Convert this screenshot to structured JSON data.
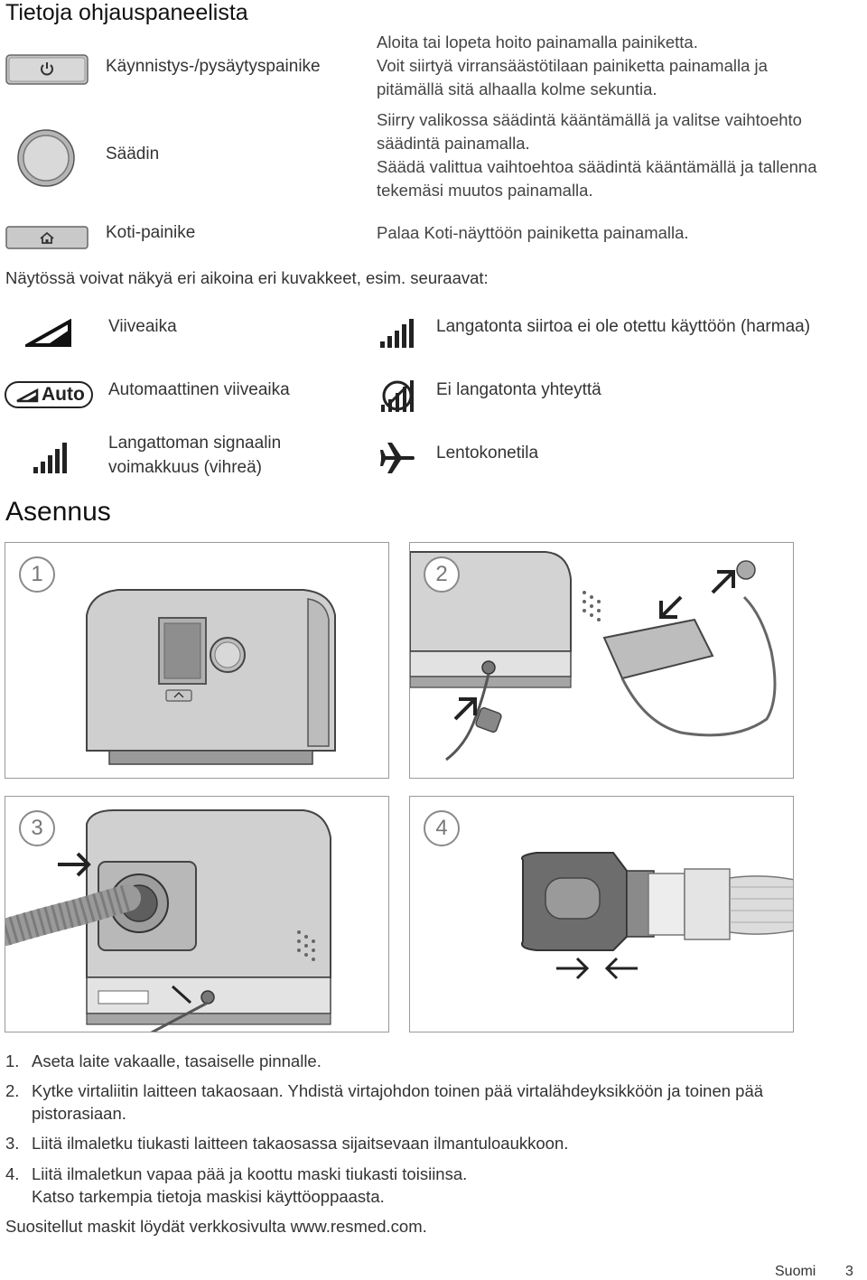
{
  "panel_section": {
    "title": "Tietoja ohjauspaneelista",
    "controls": [
      {
        "label": "Käynnistys-/pysäytyspainike",
        "icon": "power-icon",
        "lines": [
          "Aloita tai lopeta hoito painamalla painiketta.",
          "Voit siirtyä virransäästötilaan painiketta painamalla ja",
          "pitämällä sitä alhaalla kolme sekuntia."
        ]
      },
      {
        "label": "Säädin",
        "icon": "dial-icon",
        "lines": [
          "Siirry valikossa säädintä kääntämällä ja valitse vaihtoehto",
          "säädintä painamalla.",
          "Säädä valittua vaihtoehtoa säädintä kääntämällä ja tallenna",
          "tekemäsi muutos painamalla."
        ]
      },
      {
        "label": "Koti-painike",
        "icon": "home-icon",
        "lines": [
          "Palaa Koti-näyttöön painiketta painamalla."
        ]
      }
    ],
    "icons_intro": "Näytössä voivat näkyä eri aikoina eri kuvakkeet, esim. seuraavat:",
    "icons": {
      "ramp": {
        "label": "Viiveaika",
        "icon": "ramp-icon"
      },
      "auto_ramp": {
        "label": "Automaattinen viiveaika",
        "icon": "auto-ramp-icon",
        "icon_text": "Auto"
      },
      "signal": {
        "label_lines": [
          "Langattoman signaalin",
          "voimakkuus (vihreä)"
        ],
        "icon": "signal-strength-icon",
        "color": "#1f1f1f"
      },
      "wireless_off": {
        "label": "Langatonta siirtoa ei ole otettu käyttöön (harmaa)",
        "icon": "signal-grey-icon"
      },
      "no_connection": {
        "label": "Ei langatonta yhteyttä",
        "icon": "no-connection-icon"
      },
      "airplane": {
        "label": "Lentokonetila",
        "icon": "airplane-icon"
      }
    }
  },
  "setup_section": {
    "title": "Asennus",
    "figures": [
      "1",
      "2",
      "3",
      "4"
    ],
    "steps": [
      {
        "num": "1.",
        "lines": [
          "Aseta laite vakaalle, tasaiselle pinnalle."
        ]
      },
      {
        "num": "2.",
        "lines": [
          "Kytke virtaliitin laitteen takaosaan. Yhdistä virtajohdon toinen pää virtalähdeyksikköön ja toinen pää",
          "pistorasiaan."
        ]
      },
      {
        "num": "3.",
        "lines": [
          "Liitä ilmaletku tiukasti laitteen takaosassa sijaitsevaan ilmantuloaukkoon."
        ]
      },
      {
        "num": "4.",
        "lines": [
          "Liitä ilmaletkun vapaa pää ja koottu maski tiukasti toisiinsa.",
          "Katso tarkempia tietoja maskisi käyttöoppaasta."
        ]
      }
    ],
    "footer_text": "Suositellut maskit löydät verkkosivulta www.resmed.com."
  },
  "page_footer": {
    "language": "Suomi",
    "page_number": "3"
  },
  "colors": {
    "accent_grey": "#bdbdbd",
    "device_body": "#d4d4d4",
    "line": "#555555"
  }
}
